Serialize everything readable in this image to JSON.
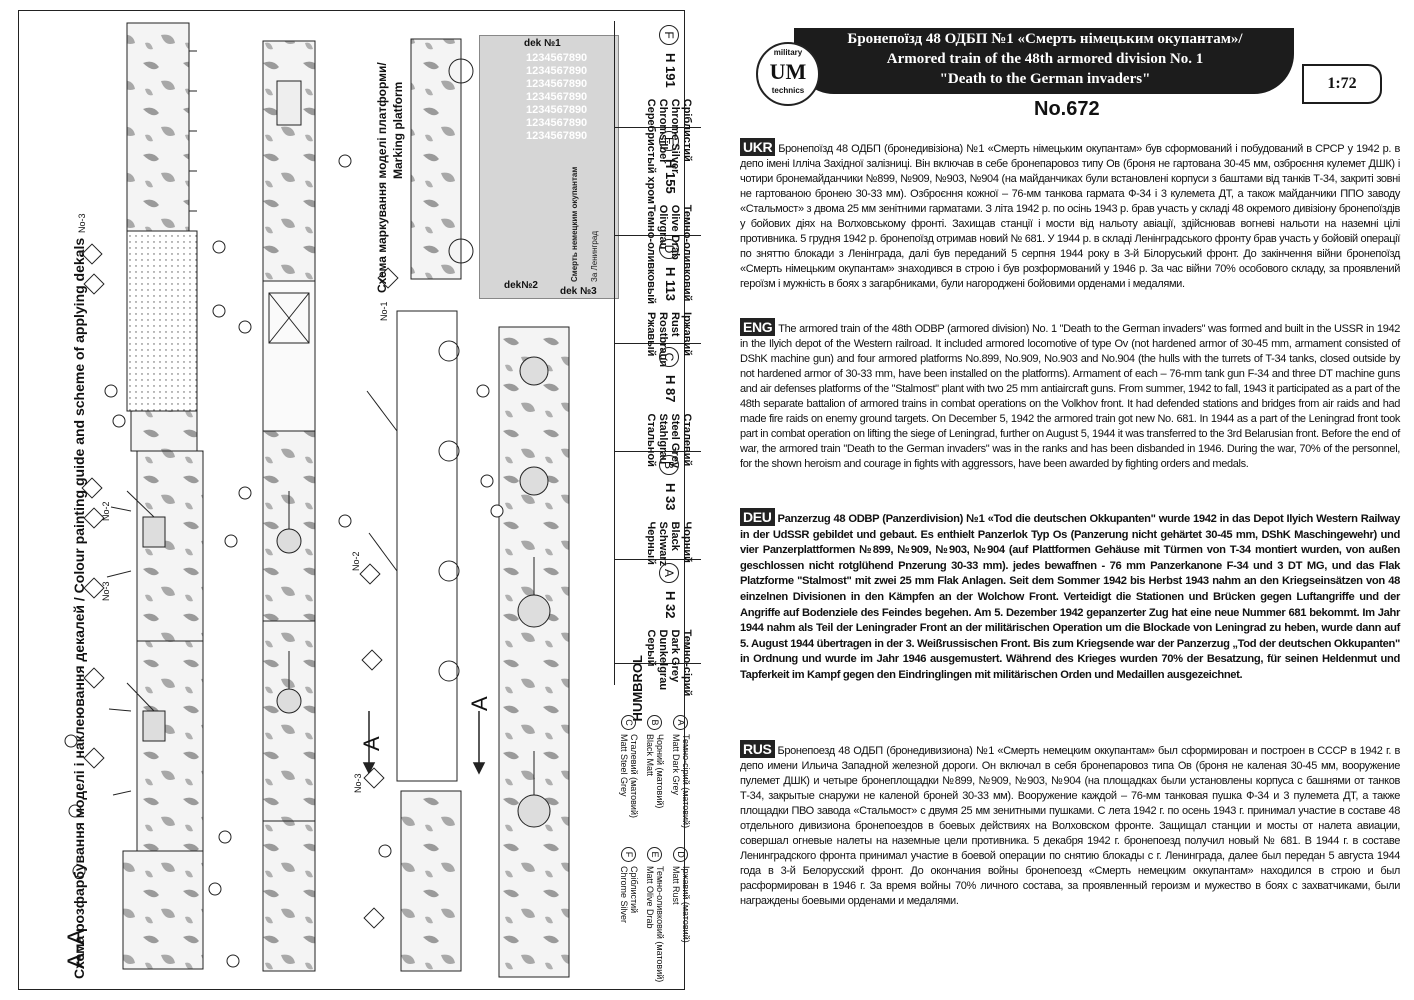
{
  "left_page": {
    "painting_guide_title": "Схема розфарбування моделі і наклеювання декалей / Colour painting guide and scheme of applying dekals",
    "marking_title_ua": "Схема маркування моделі платформи/",
    "marking_title_en": "Marking platform",
    "section_label": "А-А",
    "section_marker_1": "А",
    "section_marker_2": "А",
    "callouts": {
      "no1": "No-1",
      "no2": "No-2",
      "no3": "No-3",
      "letters": [
        "A",
        "B",
        "C",
        "D",
        "E",
        "F"
      ]
    },
    "decals": {
      "dek1": "dek №1",
      "dek2": "dek№2",
      "dek3": "dek №3",
      "numbers": [
        "1234567890",
        "1234567890",
        "1234567890",
        "1234567890",
        "1234567890",
        "1234567890",
        "1234567890"
      ],
      "slogan": "Смерть немецким окупантам",
      "small_slogan": "За Ленинград"
    },
    "paints_header": "HUMBROL",
    "paints": [
      {
        "letter": "F",
        "code": "H 191",
        "names": [
          "Сріблистий",
          "Chrome Silver",
          "Chromsilber",
          "Серебристый хром"
        ]
      },
      {
        "letter": "E",
        "code": "H 155",
        "names": [
          "Темно-оливковий",
          "Olive Drab",
          "Olivgrau",
          "Темно-оливковый"
        ]
      },
      {
        "letter": "D",
        "code": "H 113",
        "names": [
          "Іржавий",
          "Rust",
          "Rostbraun",
          "Ржавый"
        ]
      },
      {
        "letter": "C",
        "code": "H 87",
        "names": [
          "Сталевий",
          "Steel Grey",
          "Stahlgrau",
          "Стальной"
        ]
      },
      {
        "letter": "B",
        "code": "H 33",
        "names": [
          "Чорний",
          "Black",
          "Schwarz",
          "Черный"
        ]
      },
      {
        "letter": "A",
        "code": "H 32",
        "names": [
          "Темно-сірий",
          "Dark Grey",
          "Dunkelgrau",
          "Серый"
        ]
      }
    ],
    "legend": [
      {
        "letter": "A",
        "text": [
          "Темно-сірий (матовий)",
          "Matt Dark Grey"
        ]
      },
      {
        "letter": "B",
        "text": [
          "Чорний (матовий)",
          "Black Matt"
        ]
      },
      {
        "letter": "C",
        "text": [
          "Сталевий (матовий)",
          "Matt Steel Grey"
        ]
      },
      {
        "letter": "D",
        "text": [
          "Іржавий (матовий)",
          "Matt Rust"
        ]
      },
      {
        "letter": "E",
        "text": [
          "Темно-оливковий (матовий)",
          "Matt Olive Drab"
        ]
      },
      {
        "letter": "F",
        "text": [
          "Сріблистий",
          "Chrome Silver"
        ]
      }
    ]
  },
  "header": {
    "title_ua": "Бронепоїзд 48 ОДБП  №1 «Смерть німецьким окупантам»/",
    "title_en1": "Armored train of the 48th  armored division No. 1",
    "title_en2": "\"Death to the German invaders\"",
    "scale": "1:72",
    "logo_top": "military",
    "logo_main": "UM",
    "logo_bottom": "technics",
    "kit_number": "No.672"
  },
  "texts": [
    {
      "lang": "UKR",
      "body": "Бронепоїзд 48 ОДБП (бронедивізіона) №1 «Смерть німецьким окупантам» був сформований і побудований в СРСР у 1942 р. в депо імені Ілліча Західної залізниці. Він включав в себе бронепаровоз типу Ов (броня не гартована 30-45 мм, озброєння кулемет ДШК) і чотири бронемайданчики №899, №909, №903, №904 (на майданчиках були встановлені корпуси з баштами від танків Т-34, закриті зовні не гартованою бронею 30-33 мм). Озброєння кожної – 76-мм танкова гармата Ф-34 і 3 кулемета ДТ, а також майданчики ППО заводу «Стальмост» з двома 25 мм зенітними гарматами. З літа 1942 р. по осінь 1943 р. брав участь у складі 48 окремого дивізіону бронепоїздів у бойових діях на Волховському фронті. Захищав станції і мости від нальоту авіації, здійснював вогневі нальоти на наземні цілі противника. 5 грудня 1942 р. бронепоїзд отримав новий № 681. У 1944 р. в складі Ленінградського фронту брав участь у бойовій операції по зняттю блокади з Ленінграда, далі був переданий 5 серпня 1944 року в 3-й Білоруський фронт. До закінчення війни бронепоїзд «Смерть німецьким окупантам» знаходився в строю і був розформований у 1946 р. За час війни 70% особового складу, за проявлений героїзм і мужність в боях з загарбниками, були нагороджені бойовими орденами і медалями."
    },
    {
      "lang": "ENG",
      "body": "The armored train of the 48th ODBP (armored division) No. 1 \"Death to the German invaders\" was formed and built in the USSR in 1942 in the Ilyich depot of the Western railroad. It included armored locomotive of type Ov (not hardened armor of 30-45 mm, armament consisted of DShK machine gun) and four armored platforms No.899, No.909, No.903 and No.904 (the hulls with the turrets of T-34 tanks, closed outside by not hardened armor of 30-33 mm, have been installed on the platforms). Armament of each – 76-mm tank gun F-34 and three DT machine guns and air defenses platforms of the \"Stalmost\" plant with two 25 mm antiaircraft guns. From summer,   1942 to fall, 1943 it participated as a part of the 48th separate battalion of armored trains in combat operations on the Volkhov front. It had defended stations and bridges from air raids and had made fire raids on enemy ground targets. On December 5, 1942 the armored train got new No. 681.  In 1944 as a part of the Leningrad front took part in combat operation on lifting the siege of Leningrad, further on August 5, 1944 it was transferred to the 3rd Belarusian front. Before the end of war, the armored train \"Death to the German invaders\" was in the ranks and has been disbanded in 1946.  During the war, 70% of the personnel, for the shown heroism and courage in fights with aggressors, have been awarded by fighting orders and medals."
    },
    {
      "lang": "DEU",
      "body": "Panzerzug 48 ODBP (Panzerdivision) №1 «Tod die deutschen Okkupanten\" wurde 1942 in das Depot Ilyich Western Railway in der UdSSR gebildet und gebaut. Es enthielt Panzerlok Typ Os (Panzerung nicht gehärtet 30-45 mm,  DShK Maschingewehr) und vier Panzerplattformen №899, №909, №903, №904 (auf Plattformen Gehäuse mit Türmen von T-34 montiert wurden, von außen geschlossen nicht rotglühend Pnzerung 30-33 mm). jedes bewaffnen - 76 mm Panzerkanone F-34 und 3 DT MG, und das Flak Platzforme  \"Stalmost\" mit zwei 25 mm Flak Anlagen. Seit dem Sommer 1942 bis Herbst 1943 nahm an den Kriegseinsätzen von 48 einzelnen Divisionen in den Kämpfen an der Wolchow Front. Verteidigt die Stationen und Brücken gegen Luftangriffe und der Angriffe auf Bodenziele des Feindes begehen.  Am 5. Dezember 1942 gepanzerter Zug hat eine neue Nummer 681 bekommt. Im Jahr 1944 nahm als Teil der Leningrader Front an der militärischen Operation um die Blockade von Leningrad zu heben, wurde dann auf 5. August 1944 übertragen in der 3. Weißrussischen Front. Bis zum Kriegsende  war der Panzerzug „Tod der deutschen Okkupanten\" in Ordnung und wurde im Jahr 1946 ausgemustert. Während des Krieges wurden 70% der Besatzung, für seinen Heldenmut und Tapferkeit im Kampf gegen den Eindringlingen mit militärischen Orden und Medaillen ausgezeichnet."
    },
    {
      "lang": "RUS",
      "body": "Бронепоезд 48 ОДБП (бронедивизиона) №1 «Смерть немецким оккупантам» был сформирован и построен в СССР в 1942 г. в депо имени Ильича Западной железной дороги. Он включал в себя бронепаровоз типа Ов (броня не каленая 30-45 мм, вооружение пулемет ДШК) и четыре бронеплощадки №899, №909, №903, №904 (на площадках были установлены корпуса с башнями от танков Т-34, закрытые снаружи не каленой броней 30-33 мм). Вооружение каждой – 76-мм танковая пушка Ф-34 и 3 пулемета ДТ, а также площадки ПВО завода «Стальмост» с двумя 25 мм зенитными пушками. С лета 1942 г. по осень 1943 г. принимал участие в составе 48 отдельного дивизиона бронепоездов в боевых действиях на Волховском фронте. Защищал станции и мосты от налета авиации, совершал огневые налеты на наземные цели противника. 5 декабря 1942 г. бронепоезд получил новый № 681. В 1944 г. в составе Ленинградского фронта принимал участие в боевой операции по снятию блокады с г. Ленинграда, далее был передан 5 августа 1944 года в 3-й Белорусский фронт. До окончания войны бронепоезд «Смерть немецким оккупантам» находился в строю и был расформирован в 1946 г. За время войны 70% личного состава, за проявленный героизм и мужество в боях с захватчиками, были награждены боевыми орденами и медалями."
    }
  ]
}
